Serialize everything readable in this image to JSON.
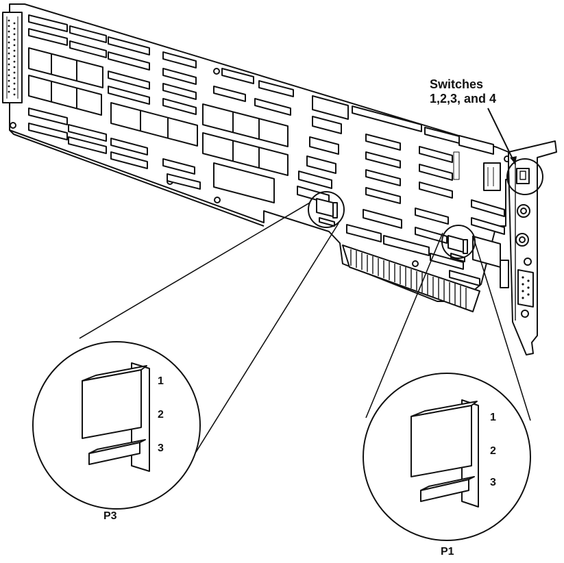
{
  "callout": {
    "line1": "Switches",
    "line2": "1,2,3, and 4"
  },
  "jumpers": [
    {
      "name": "P3",
      "pins": [
        "1",
        "2",
        "3"
      ]
    },
    {
      "name": "P1",
      "pins": [
        "1",
        "2",
        "3"
      ]
    }
  ],
  "colors": {
    "ink": "#111111",
    "paper": "#ffffff"
  }
}
